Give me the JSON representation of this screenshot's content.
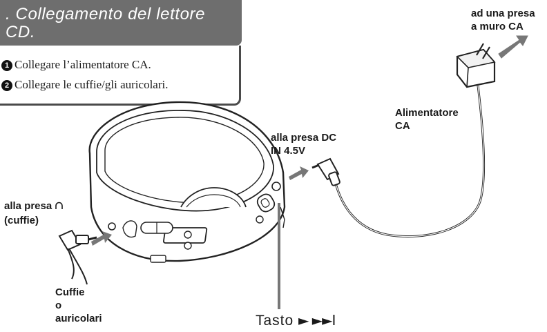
{
  "title": ". Collegamento del lettore CD.",
  "steps": [
    {
      "num": "1",
      "text": "Collegare l’alimentatore CA."
    },
    {
      "num": "2",
      "text": "Collegare le cuffie/gli auricolari."
    }
  ],
  "labels": {
    "wall_outlet": "ad una presa\na muro CA",
    "adapter": "Alimentatore\nCA",
    "dc_in": "alla presa DC\nIN 4.5V",
    "headphone_jack_prefix": "alla presa",
    "headphone_jack_suffix": "(cuffie)",
    "headphones": "Cuffie\no\nauricolari",
    "button_prefix": "Tasto",
    "button_symbols": "► ►►I"
  },
  "icons": [
    "headphone-icon",
    "play-skip-icon",
    "ac-adapter-icon",
    "cd-player-icon",
    "plug-icon"
  ]
}
